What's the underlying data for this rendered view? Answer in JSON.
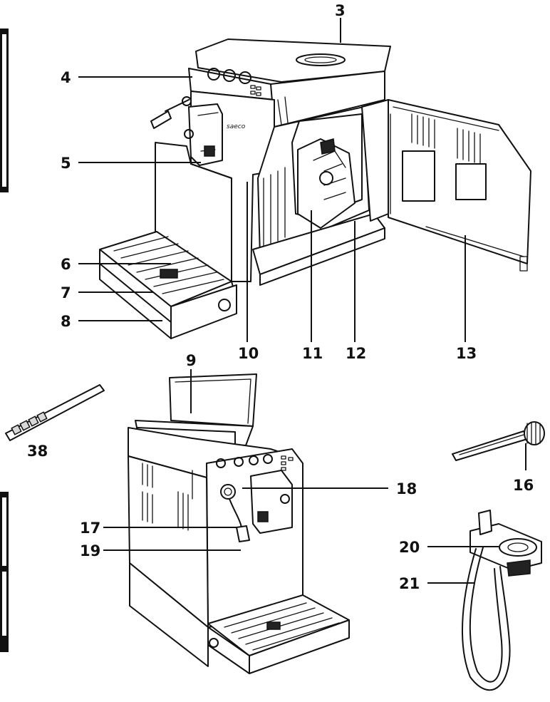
{
  "callouts": {
    "c3": "3",
    "c4": "4",
    "c5": "5",
    "c6": "6",
    "c7": "7",
    "c8": "8",
    "c9": "9",
    "c10": "10",
    "c11": "11",
    "c12": "12",
    "c13": "13",
    "c16": "16",
    "c17": "17",
    "c18": "18",
    "c19": "19",
    "c20": "20",
    "c21": "21",
    "c38": "38"
  },
  "brand_logo": "saeco"
}
